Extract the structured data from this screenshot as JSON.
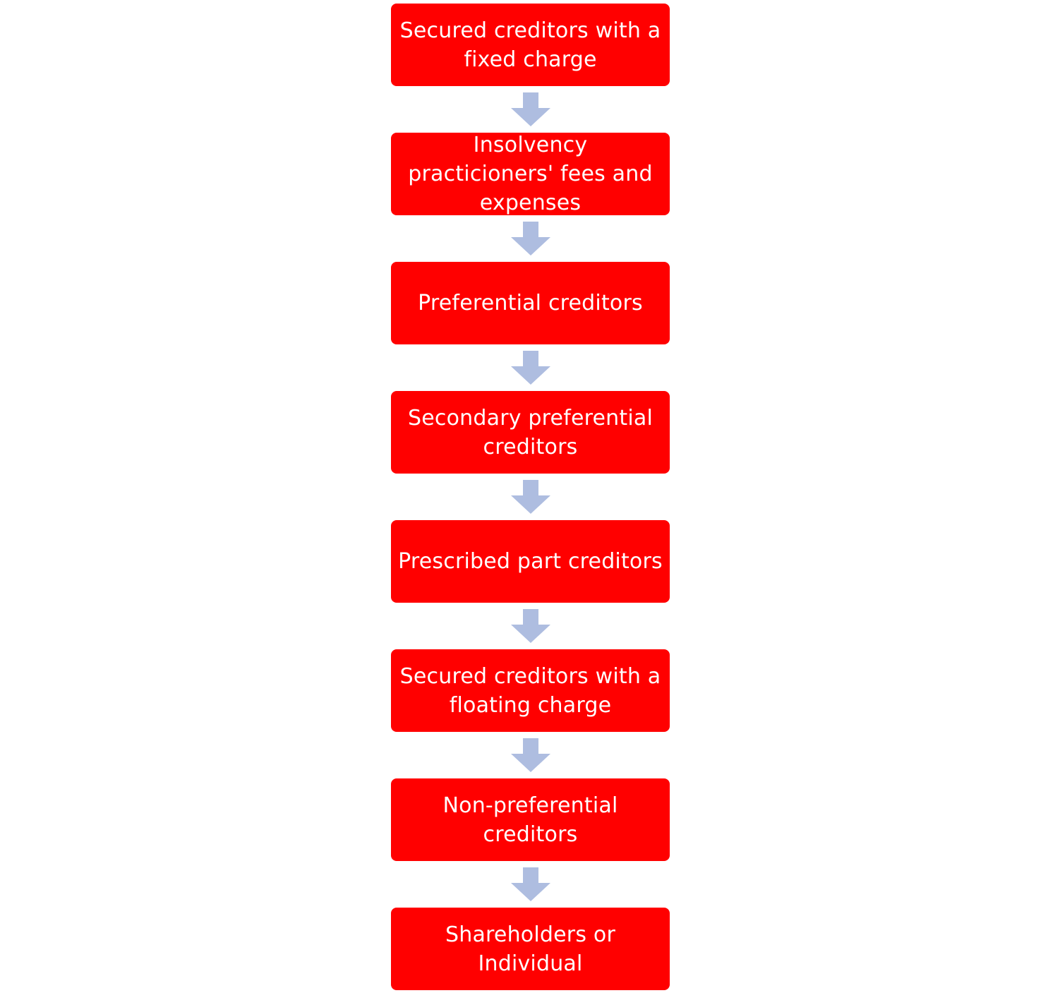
{
  "diagram": {
    "steps": [
      {
        "label": "Secured creditors with a fixed charge"
      },
      {
        "label": "Insolvency practicioners' fees and expenses"
      },
      {
        "label": "Preferential creditors"
      },
      {
        "label": "Secondary preferential creditors"
      },
      {
        "label": "Prescribed part creditors"
      },
      {
        "label": "Secured creditors with a floating charge"
      },
      {
        "label": "Non-preferential creditors"
      },
      {
        "label": "Shareholders or Individual"
      }
    ],
    "colors": {
      "box_fill": "#ff0000",
      "box_text": "#ffffff",
      "arrow_fill": "#aebde0",
      "background": "#ffffff"
    },
    "arrow_icon": "down-arrow-icon"
  }
}
